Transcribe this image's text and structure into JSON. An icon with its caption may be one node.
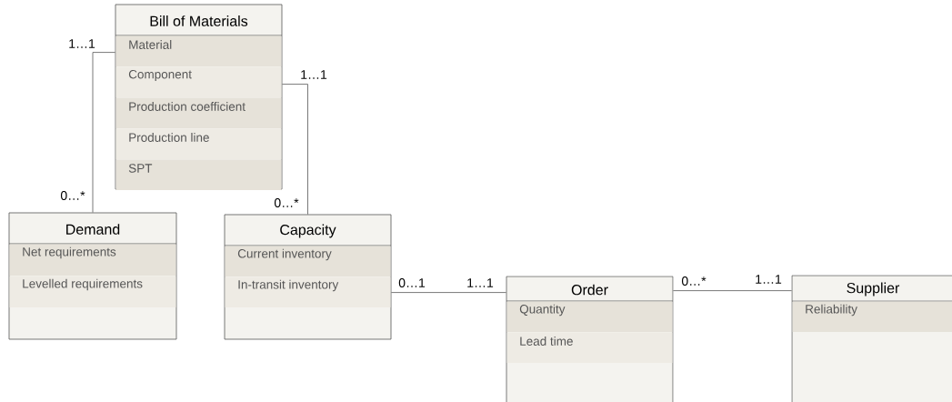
{
  "diagram": {
    "nodes": [
      {
        "text": [
          "Bill of Materials",
          "Material",
          "Component",
          "Production coefficient",
          "Production line",
          "SPT"
        ]
      },
      {
        "text": [
          "Demand",
          "Net requirements",
          "Levelled requirements"
        ]
      },
      {
        "text": [
          "Capacity",
          "Current inventory",
          "In-transit inventory"
        ]
      },
      {
        "text": [
          "Order",
          "Quantity",
          "Lead time"
        ]
      },
      {
        "text": [
          "Supplier",
          "Reliability"
        ]
      }
    ],
    "edges": [
      {
        "from": 0,
        "to": 1,
        "arrow": "none"
      },
      {
        "from": 0,
        "to": 2,
        "arrow": "none"
      },
      {
        "from": 2,
        "to": 3,
        "arrow": "none"
      },
      {
        "from": 3,
        "to": 4,
        "arrow": "none"
      }
    ],
    "labels": [
      "1…1",
      "0…*",
      "1…1",
      "0…*",
      "0…1",
      "1…1",
      "0…*",
      "1…1"
    ]
  }
}
